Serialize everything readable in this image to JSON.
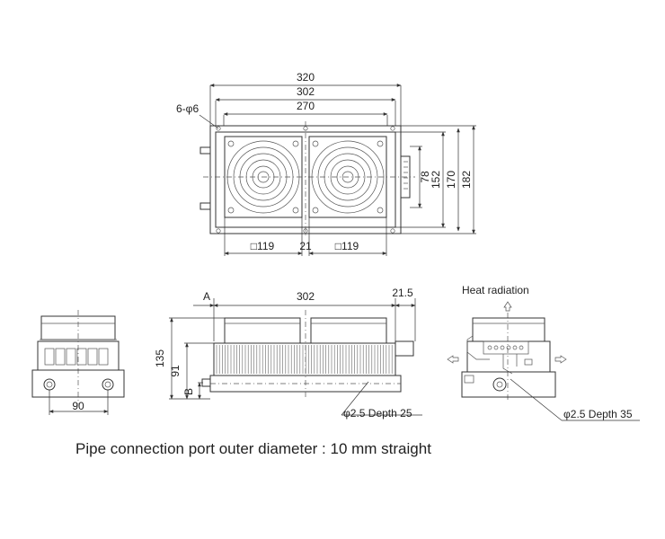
{
  "top_view": {
    "dim_overall_width": "320",
    "dim_mount_width": "302",
    "dim_inner_width": "270",
    "holes_label": "6-φ6",
    "dim_height_78": "78",
    "dim_height_152": "152",
    "dim_height_170": "170",
    "dim_height_182": "182",
    "fan_left_label": "□119",
    "fan_gap_label": "21",
    "fan_right_label": "□119"
  },
  "left_view": {
    "dim_port_spacing": "90"
  },
  "front_view": {
    "label_a": "A",
    "dim_length": "302",
    "dim_overhang": "21.5",
    "dim_total_height": "135",
    "dim_body_height": "91",
    "label_b": "B",
    "hole_note": "φ2.5 Depth 25"
  },
  "right_view": {
    "heading": "Heat radiation",
    "hole_note": "φ2.5 Depth 35"
  },
  "footer_note": "Pipe connection port outer diameter : 10 mm straight"
}
